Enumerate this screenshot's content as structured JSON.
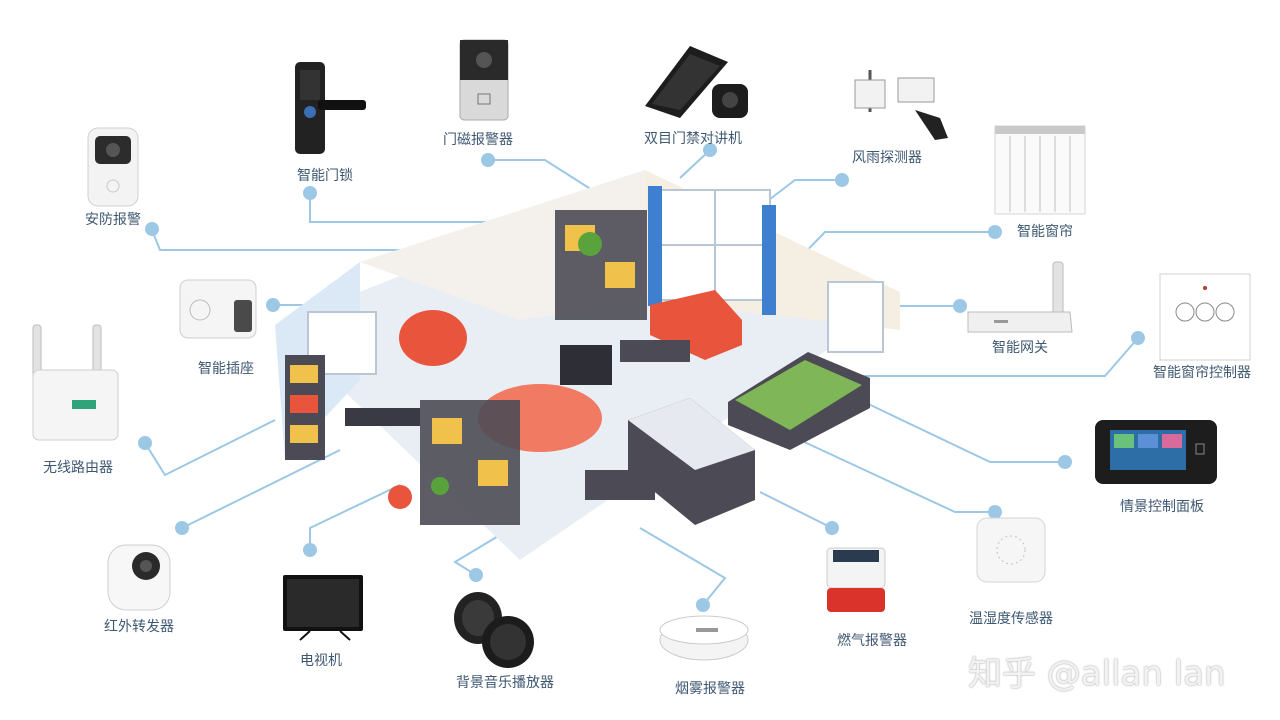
{
  "devices": {
    "security_alarm": "安防报警",
    "smart_lock": "智能门锁",
    "door_sensor": "门磁报警器",
    "video_intercom": "双目门禁对讲机",
    "weather_station": "风雨探测器",
    "smart_curtain": "智能窗帘",
    "smart_gateway": "智能网关",
    "curtain_controller": "智能窗帘控制器",
    "scene_panel": "情景控制面板",
    "humidity_sensor": "温湿度传感器",
    "gas_alarm": "燃气报警器",
    "smoke_alarm": "烟雾报警器",
    "music_player": "背景音乐播放器",
    "tv": "电视机",
    "ir_transmitter": "红外转发器",
    "wifi_router": "无线路由器",
    "smart_socket": "智能插座"
  },
  "watermark": "知乎 @allan lan",
  "colors": {
    "connector": "#9cc8e6",
    "dot": "#9cc8e6",
    "label_text": "#3f5872",
    "floor": "#e9eef4",
    "wall": "#dbe9f6",
    "sofa": "#e8553c",
    "rug": "#f07a62",
    "bed_sheet": "#7fb657",
    "shelf": "#4c4b55",
    "window_blue": "#3f7fcf"
  }
}
